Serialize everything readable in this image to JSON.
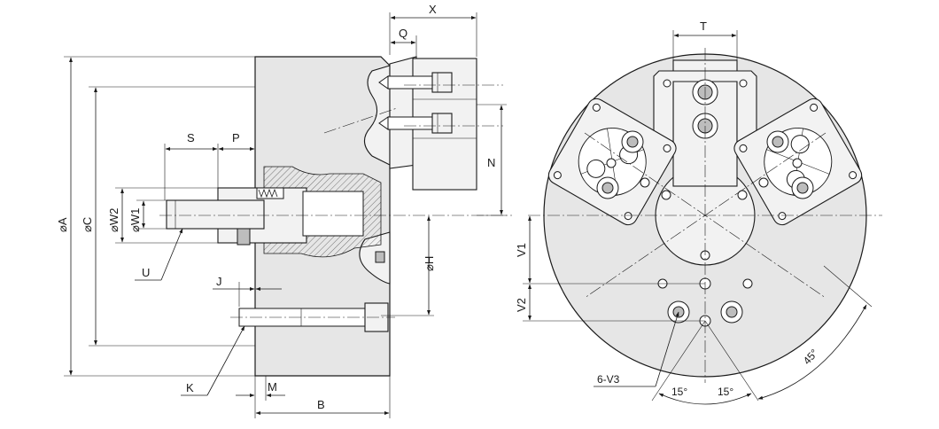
{
  "side_view": {
    "labels": {
      "X": "X",
      "Q": "Q",
      "S": "S",
      "P": "P",
      "N": "N",
      "A": "⌀A",
      "C": "⌀C",
      "W2": "⌀W2",
      "W1": "⌀W1",
      "U": "U",
      "H": "⌀H",
      "J": "J",
      "K": "K",
      "M": "M",
      "B": "B"
    }
  },
  "front_view": {
    "labels": {
      "T": "T",
      "V1": "V1",
      "V2": "V2",
      "V3": "6-V3",
      "angle_left": "15°",
      "angle_right": "15°",
      "angle_45": "45°"
    }
  }
}
